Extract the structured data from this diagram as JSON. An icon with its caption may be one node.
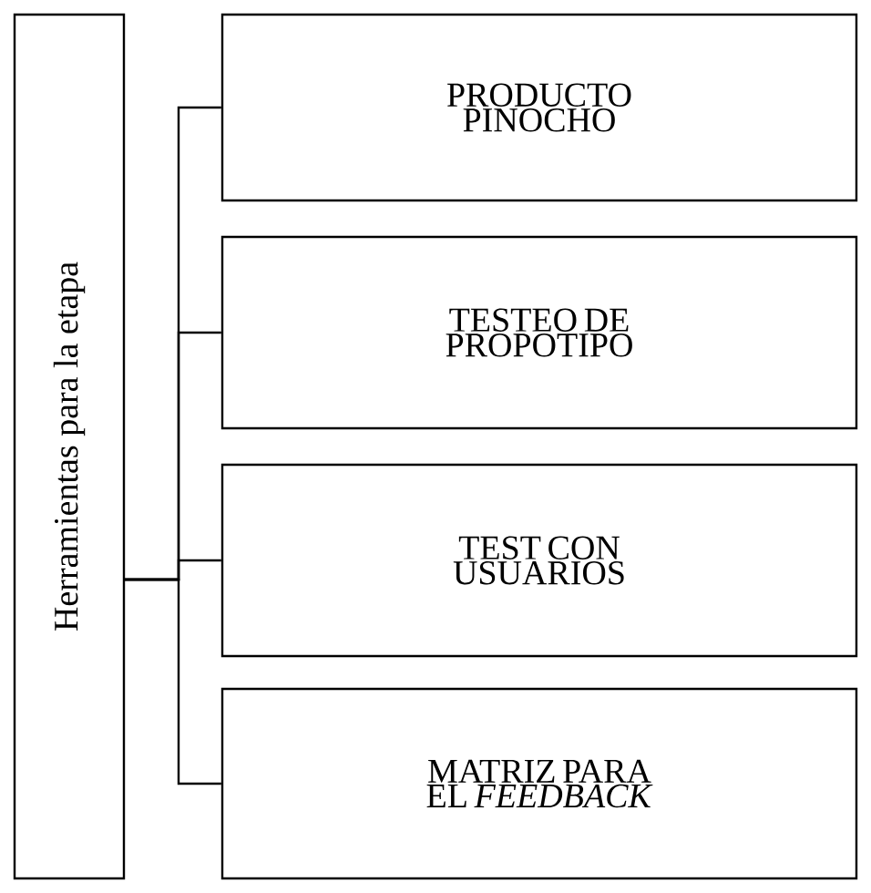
{
  "diagram": {
    "nodes": [
      {
        "text": [
          "Herramientas para la etapa"
        ]
      },
      {
        "text": [
          "PRODUCTO PINOCHO"
        ]
      },
      {
        "text": [
          "TESTEO DE PROPOTIPO"
        ]
      },
      {
        "text": [
          "TEST CON USUARIOS"
        ]
      },
      {
        "text": [
          "MATRIZ PARA EL *FEEDBACK*"
        ]
      }
    ],
    "edges": [
      {
        "from": 0,
        "to": 1,
        "arrow": "none"
      },
      {
        "from": 0,
        "to": 2,
        "arrow": "none"
      },
      {
        "from": 0,
        "to": 3,
        "arrow": "none"
      },
      {
        "from": 0,
        "to": 4,
        "arrow": "none"
      }
    ]
  }
}
